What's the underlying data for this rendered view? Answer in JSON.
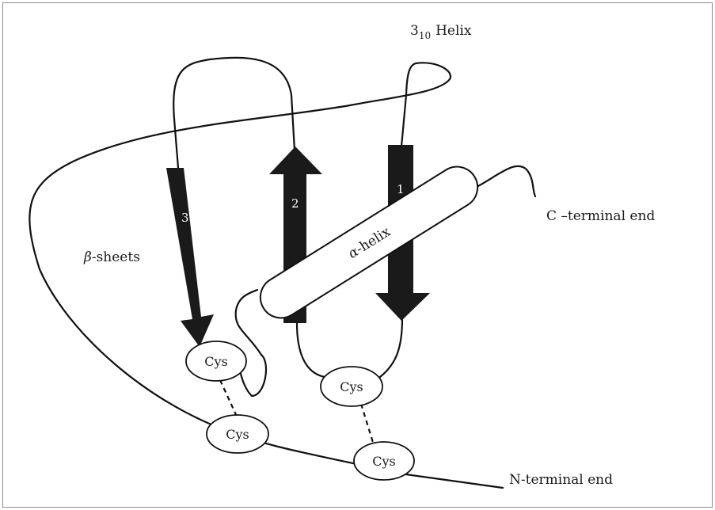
{
  "labels": {
    "helix310_main": "3",
    "helix310_sub": "10",
    "helix310_rest": "Helix",
    "c_terminal": "C –terminal end",
    "n_terminal": "N-terminal end",
    "beta_symbol": "β",
    "beta_rest": "-sheets",
    "alpha_symbol": "α",
    "alpha_rest": "-helix"
  },
  "strands": [
    {
      "number": "1",
      "direction": "down"
    },
    {
      "number": "2",
      "direction": "up"
    },
    {
      "number": "3",
      "direction": "down"
    }
  ],
  "cys_labels": [
    "Cys",
    "Cys",
    "Cys",
    "Cys"
  ],
  "colors": {
    "strand": "#1a1a1a",
    "line": "#111111",
    "background": "#ffffff",
    "border": "#8a8a8a"
  }
}
